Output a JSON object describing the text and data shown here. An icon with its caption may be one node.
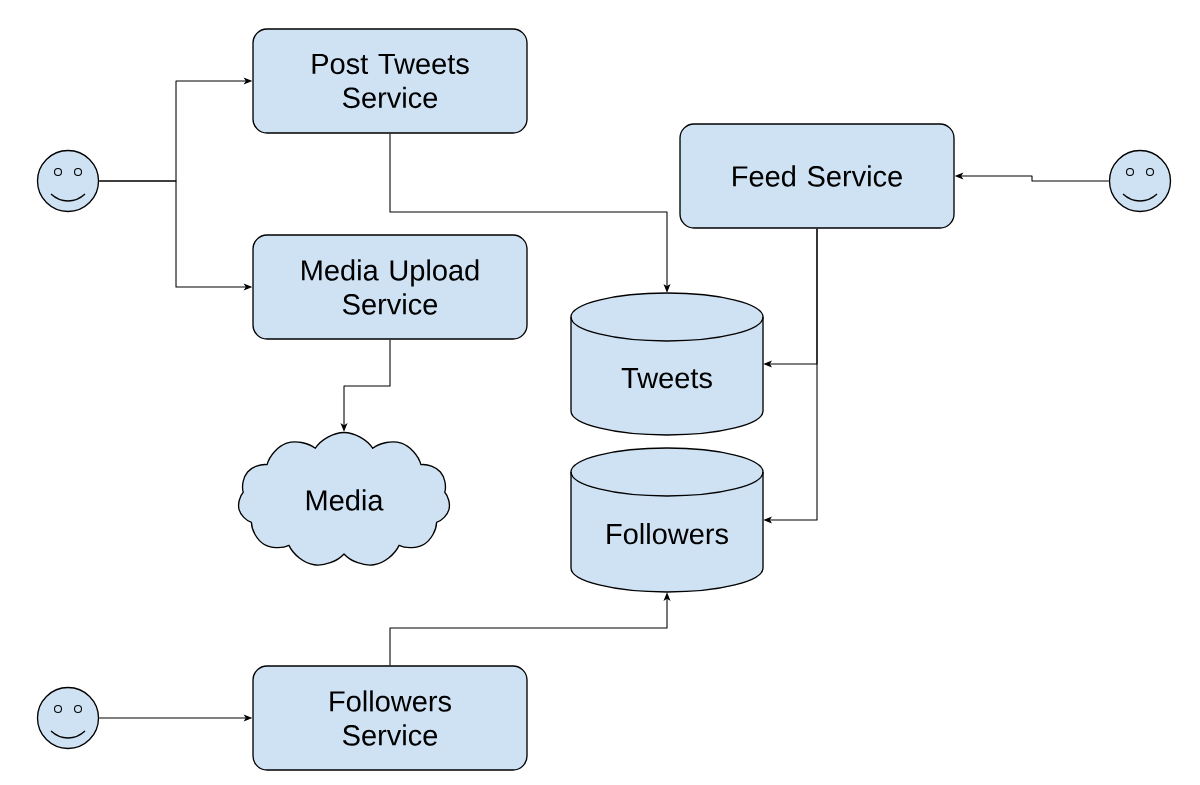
{
  "diagram": {
    "nodes": [
      {
        "text": [
          "Post Tweets Service"
        ]
      },
      {
        "text": [],
        "shape": "person"
      },
      {
        "text": [
          "Feed Service"
        ]
      },
      {
        "text": [],
        "shape": "person"
      },
      {
        "text": [
          "Media Upload Service"
        ]
      },
      {
        "text": [
          "Tweets"
        ]
      },
      {
        "text": [
          "Media"
        ]
      },
      {
        "text": [
          "Followers"
        ]
      },
      {
        "text": [],
        "shape": "person"
      },
      {
        "text": [
          "Followers Service"
        ]
      }
    ],
    "edges": [
      {
        "from": 1,
        "to": 0,
        "arrow": "to"
      },
      {
        "from": 1,
        "to": 4,
        "arrow": "to"
      },
      {
        "from": 0,
        "to": 5,
        "arrow": "to"
      },
      {
        "from": 4,
        "to": 6,
        "arrow": "to"
      },
      {
        "from": 2,
        "to": 5,
        "arrow": "to"
      },
      {
        "from": 2,
        "to": 7,
        "arrow": "to"
      },
      {
        "from": 3,
        "to": 2,
        "arrow": "to"
      },
      {
        "from": 8,
        "to": 9,
        "arrow": "to"
      },
      {
        "from": 9,
        "to": 7,
        "arrow": "to"
      }
    ]
  }
}
